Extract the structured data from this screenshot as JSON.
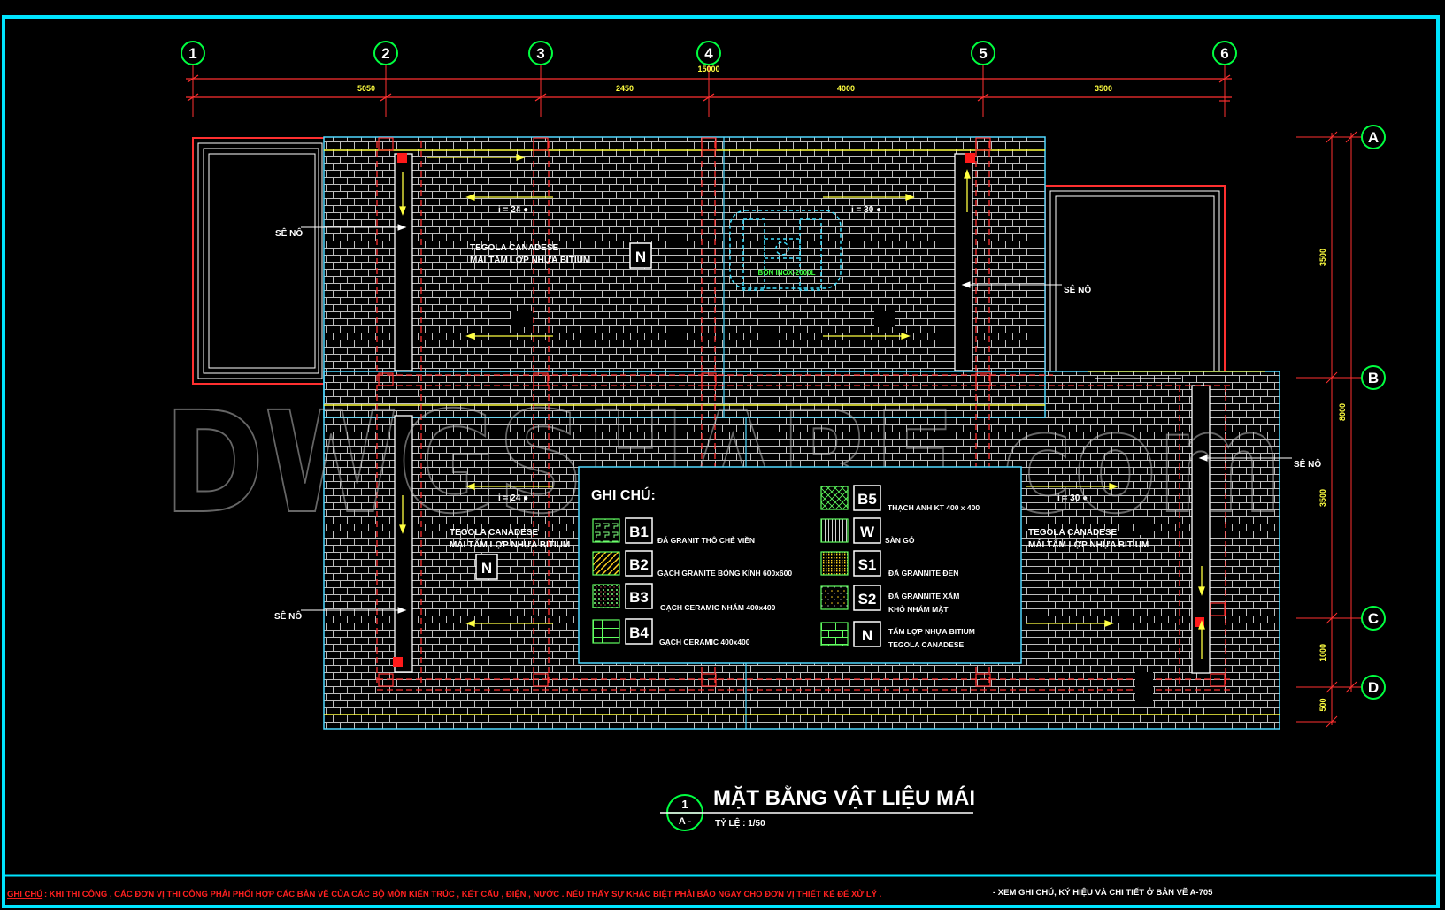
{
  "drawing": {
    "title": "MẶT BẰNG VẬT LIỆU MÁI",
    "scale": "TỶ LỆ : 1/50",
    "detail_num": "1",
    "detail_sheet": "A -"
  },
  "grid": {
    "columns": [
      "1",
      "2",
      "3",
      "4",
      "5",
      "6"
    ],
    "rows": [
      "A",
      "B",
      "C",
      "D"
    ],
    "total": "15000",
    "spans": [
      "5050",
      "2450",
      "4000",
      "3500"
    ],
    "row_total": "8000",
    "row_spans": [
      "3500",
      "3500",
      "1000",
      "500"
    ]
  },
  "labels": {
    "seno": "SÊ NÔ",
    "slope_24": "i = 24 ●",
    "slope_30": "i = 30 ●",
    "tegola_1": "TEGOLA CANADESE",
    "tegola_2": "MÁI TẤM LỢP NHỰA BITIUM",
    "n_tag": "N",
    "tank": "BỒN INOX-2000L"
  },
  "legend": {
    "title": "GHI CHÚ:",
    "items": [
      {
        "code": "B1",
        "text": "ĐÁ GRANIT THÔ CHẺ VIỀN"
      },
      {
        "code": "B2",
        "text": "GẠCH GRANITE BÓNG KÍNH 600x600"
      },
      {
        "code": "B3",
        "text": "GẠCH CERAMIC NHÁM 400x400"
      },
      {
        "code": "B4",
        "text": "GẠCH CERAMIC 400x400"
      },
      {
        "code": "B5",
        "text": "THẠCH ANH KT 400 x 400"
      },
      {
        "code": "W",
        "text": "SÀN GỖ"
      },
      {
        "code": "S1",
        "text": "ĐÁ GRANNITE ĐEN"
      },
      {
        "code": "S2",
        "text": "ĐÁ GRANNITE XÁM",
        "text2": "KHÒ NHÁM MẶT"
      },
      {
        "code": "N",
        "text": "TẤM LỢP NHỰA BITIUM",
        "text2": "TEGOLA CANADESE"
      }
    ]
  },
  "notes": {
    "label": "GHI CHÚ",
    "text": ": KHI THI CÔNG , CÁC ĐƠN VỊ THI CÔNG PHẢI PHỐI HỢP CÁC BẢN VẼ CỦA CÁC BỘ MÔN KIẾN TRÚC , KẾT CẤU , ĐIỆN , NƯỚC . NẾU THẤY SỰ KHÁC BIỆT PHẢI BÁO NGAY CHO ĐƠN VỊ THIẾT KẾ ĐỂ XỬ LÝ .",
    "ref": "- XEM GHI CHÚ, KÝ HIỆU VÀ CHI TIẾT Ở BẢN VẼ A-705"
  },
  "watermark": "DWGSHARE.com",
  "colors": {
    "background": "#000000",
    "frame": "#00e5ff",
    "grid_bubble": "#00ff40",
    "dim": "#ff3030",
    "axis": "#ff3030",
    "roof_edge": "#ffff40",
    "outline": "#50d8ff",
    "text": "#ffffff",
    "note_red": "#ff2020"
  }
}
